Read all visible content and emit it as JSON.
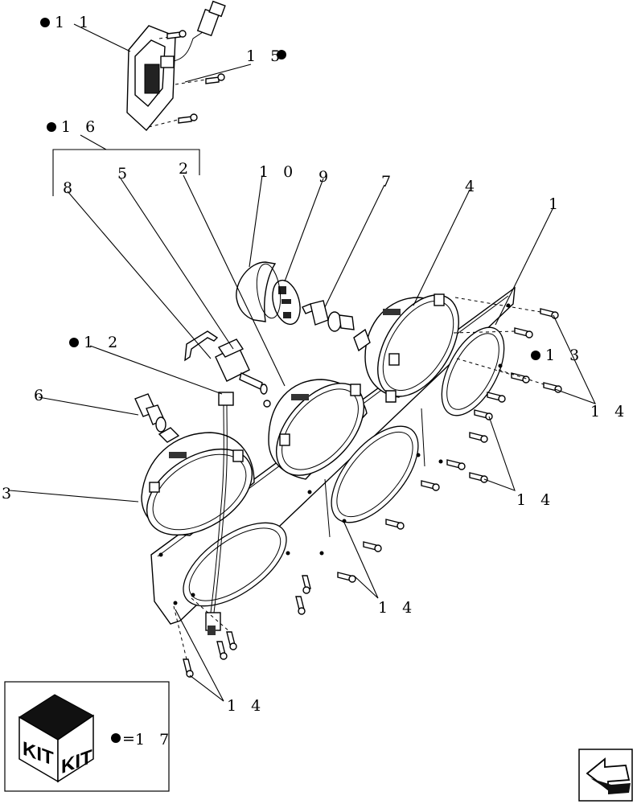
{
  "labels": {
    "c1": "1",
    "c2": "2",
    "c3": "3",
    "c4": "4",
    "c5": "5",
    "c6": "6",
    "c7": "7",
    "c8": "8",
    "c9": "9",
    "c10": "1 0",
    "c11": "1 1",
    "c12": "1 2",
    "c13": "1 3",
    "c14a": "1 4",
    "c14b": "1 4",
    "c14c": "1 4",
    "c14d": "1 4",
    "c15": "1 5",
    "c16": "1 6",
    "c17": "1 7"
  },
  "kit": {
    "word": "KIT",
    "equals": "="
  },
  "icons": {
    "kit_icon": "kit-box-icon",
    "nav_icon": "previous-page-arrow-icon",
    "marker": "kit-dot-icon"
  }
}
